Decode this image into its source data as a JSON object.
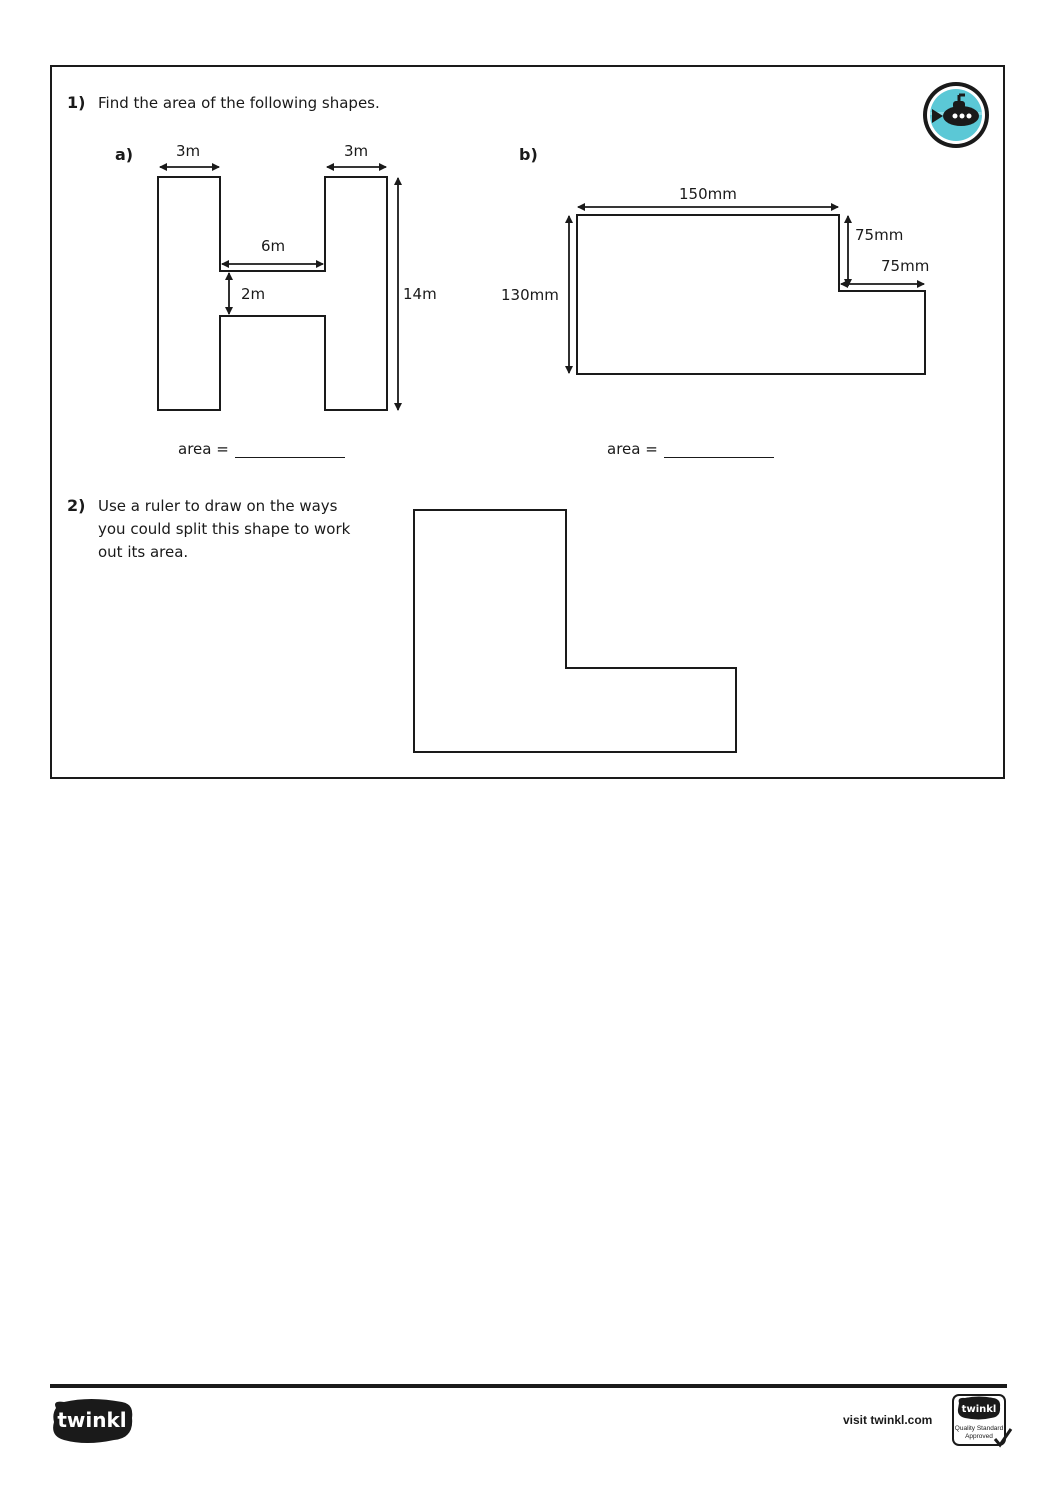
{
  "question1": {
    "number": "1)",
    "prompt": "Find the area of the following shapes.",
    "part_a": {
      "label": "a)",
      "dim_left_width": "3m",
      "dim_right_width": "3m",
      "dim_bar_width": "6m",
      "dim_bar_height": "2m",
      "dim_height": "14m",
      "answer_label": "area ="
    },
    "part_b": {
      "label": "b)",
      "dim_top": "150mm",
      "dim_step_height": "75mm",
      "dim_step_width": "75mm",
      "dim_height": "130mm",
      "answer_label": "area ="
    }
  },
  "question2": {
    "number": "2)",
    "prompt_lines": [
      "Use a ruler to draw on the ways",
      "you could split this shape to work",
      "out its area."
    ]
  },
  "badge": {
    "icon": "submarine-icon",
    "color": "#5bc8d6"
  },
  "footer": {
    "logo_text": "twinkl",
    "visit_text": "visit twinkl.com",
    "seal_lines": [
      "twinkl",
      "Quality Standard",
      "Approved"
    ]
  }
}
